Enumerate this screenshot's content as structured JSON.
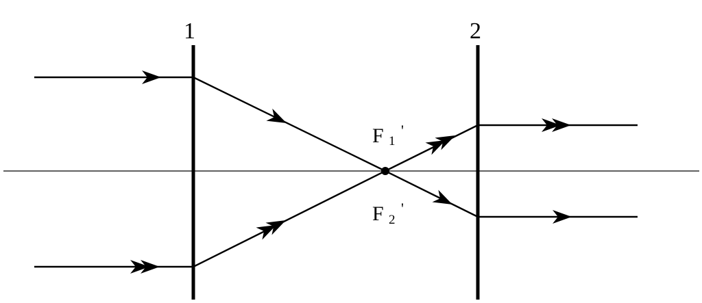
{
  "diagram": {
    "lens1_label": "1",
    "lens2_label": "2",
    "focus1": {
      "letter": "F",
      "sub": "1",
      "prime": "'"
    },
    "focus2": {
      "letter": "F",
      "sub": "2",
      "prime": "'"
    },
    "line_color": "#000000"
  }
}
